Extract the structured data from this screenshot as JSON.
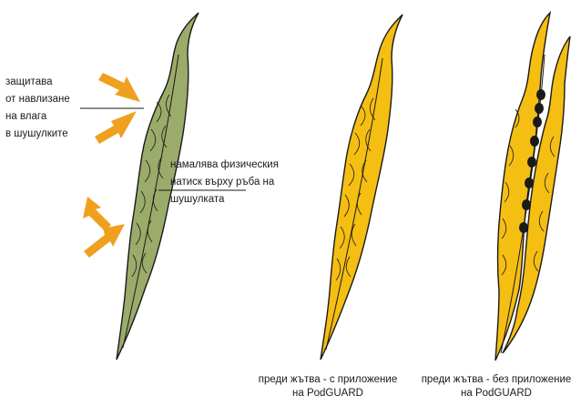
{
  "annotations": {
    "moisture_lines": [
      "защитава",
      "от навлизане",
      "на влага",
      "в шушулките"
    ],
    "pressure_lines": [
      "намалява физическия",
      "натиск върху ръба на",
      "шушулката"
    ]
  },
  "captions": {
    "with_product": {
      "line1": "преди жътва - с приложение",
      "line2": "на PodGUARD"
    },
    "without_product": {
      "line1": "преди жътва - без приложение",
      "line2": "на PodGUARD"
    }
  },
  "colors": {
    "treated_pod": "#9bab6a",
    "ripe_pod": "#f5be12",
    "arrow": "#f0a01f",
    "outline": "#1a1a1a",
    "seed": "#1a1a1a"
  },
  "icons": [
    "moisture-arrow-icon",
    "pressure-arrow-icon"
  ]
}
